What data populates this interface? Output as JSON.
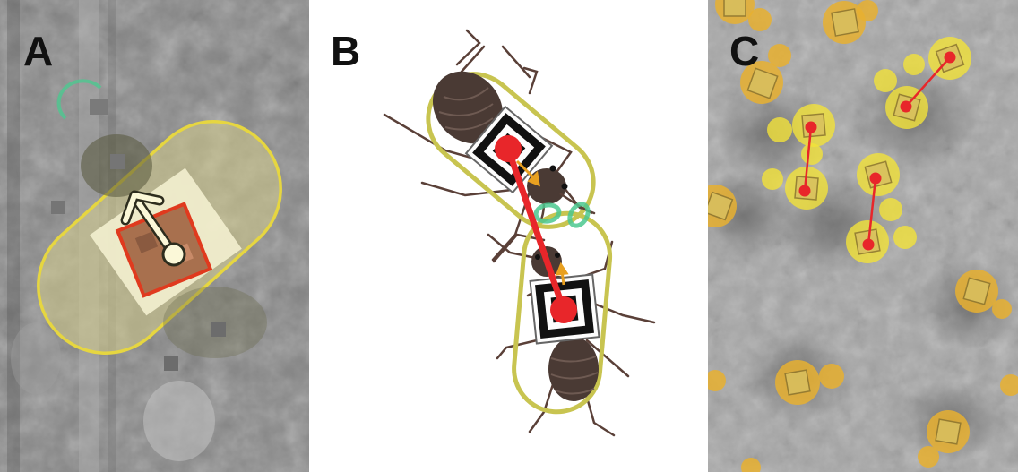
{
  "panels": [
    {
      "letter": "A"
    },
    {
      "letter": "B"
    },
    {
      "letter": "C"
    }
  ],
  "colors": {
    "zone_outline": "#e6d640",
    "zone_fill": "#c8c48a",
    "tag_border_red": "#e03a1e",
    "connection_line": "#e8262a",
    "heading_arrow": "#e8a020",
    "contact_ring": "#4cc890",
    "ant_body": "#4a3a34",
    "ant_leg": "#5a4038",
    "tag_black": "#111111",
    "overlay_yellow": "#f2e23a",
    "overlay_orange": "#e8b030"
  },
  "icons": [
    "arrow-icon",
    "ant-icon",
    "fiducial-tag-icon"
  ]
}
